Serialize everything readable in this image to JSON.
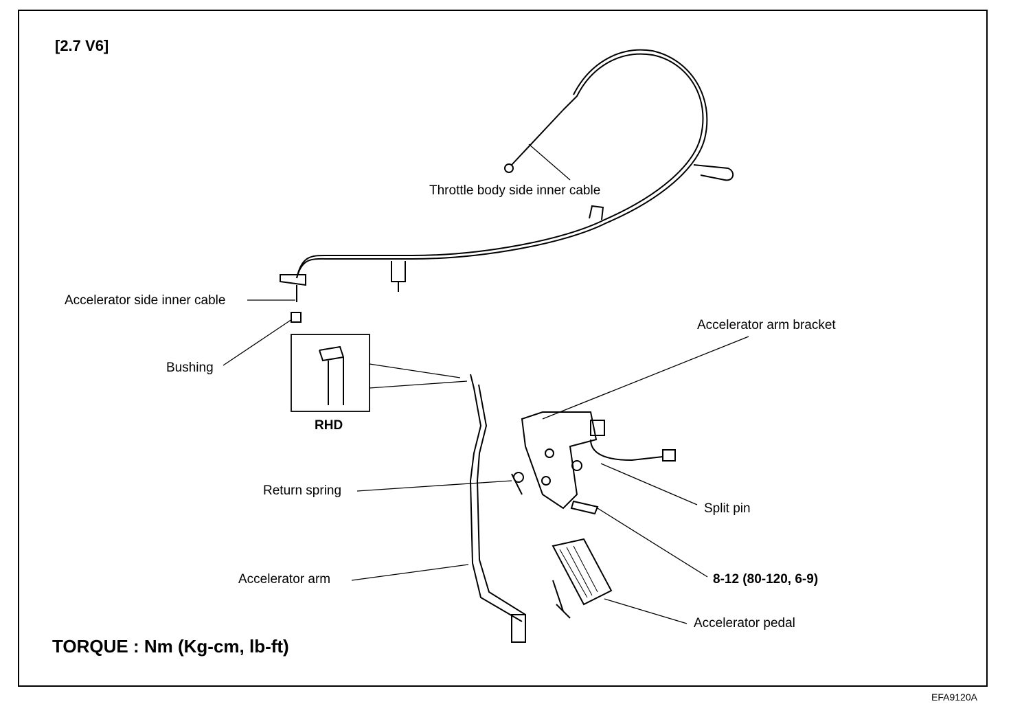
{
  "diagram": {
    "variant_title": "[2.7 V6]",
    "labels": {
      "throttle_inner_cable": "Throttle body side inner cable",
      "accel_inner_cable": "Accelerator side inner cable",
      "bushing": "Bushing",
      "rhd": "RHD",
      "arm_bracket": "Accelerator arm bracket",
      "return_spring": "Return spring",
      "split_pin": "Split pin",
      "accel_arm": "Accelerator arm",
      "torque_spec": "8-12 (80-120, 6-9)",
      "accel_pedal": "Accelerator pedal"
    },
    "torque_legend": "TORQUE : Nm (Kg-cm, lb-ft)",
    "figure_code": "EFA9120A"
  }
}
